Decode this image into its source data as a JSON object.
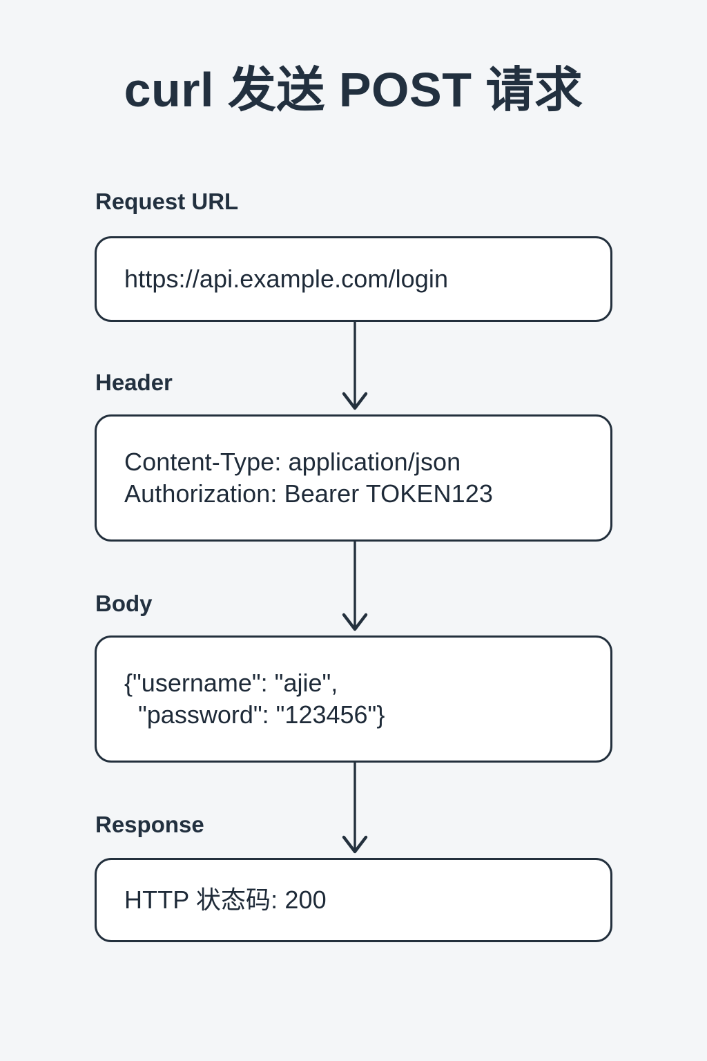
{
  "page": {
    "title": "curl 发送 POST 请求",
    "background_color": "#f4f6f8",
    "ink_color": "#23303d",
    "box_fill": "#ffffff"
  },
  "flow": {
    "steps": [
      {
        "label": "Request URL",
        "lines": [
          "https://api.example.com/login"
        ]
      },
      {
        "label": "Header",
        "lines": [
          "Content-Type: application/json",
          "Authorization: Bearer TOKEN123"
        ]
      },
      {
        "label": "Body",
        "lines": [
          "{\"username\": \"ajie\",",
          "  \"password\": \"123456\"}"
        ]
      },
      {
        "label": "Response",
        "lines": [
          "HTTP 状态码: 200"
        ]
      }
    ],
    "connectors": [
      {
        "from": "Request URL",
        "to": "Header",
        "icon": "arrow-down-icon"
      },
      {
        "from": "Header",
        "to": "Body",
        "icon": "arrow-down-icon"
      },
      {
        "from": "Body",
        "to": "Response",
        "icon": "arrow-down-icon"
      }
    ]
  }
}
